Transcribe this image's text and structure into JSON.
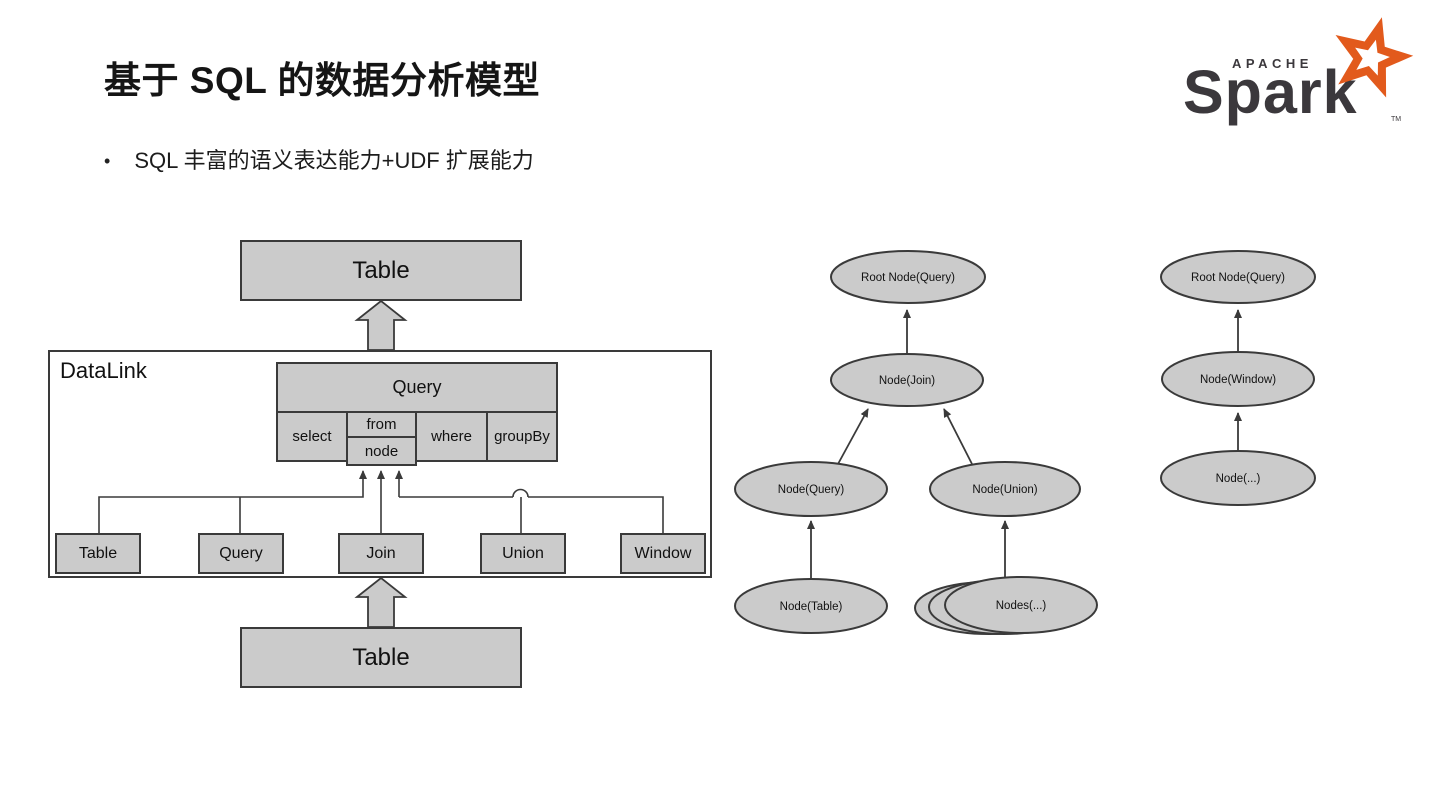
{
  "slide": {
    "title": "基于 SQL 的数据分析模型",
    "bullet_marker": "•",
    "bullet": "SQL 丰富的语义表达能力+UDF 扩展能力"
  },
  "logo": {
    "apache": "APACHE",
    "spark": "Spark",
    "tm": "TM"
  },
  "left_diagram": {
    "top_table": "Table",
    "container": "DataLink",
    "query_title": "Query",
    "cell_select": "select",
    "cell_from": "from",
    "cell_node": "node",
    "cell_where": "where",
    "cell_groupby": "groupBy",
    "types": [
      "Table",
      "Query",
      "Join",
      "Union",
      "Window"
    ],
    "bottom_table": "Table"
  },
  "middle_tree": {
    "root": "Root Node(Query)",
    "join": "Node(Join)",
    "query": "Node(Query)",
    "union": "Node(Union)",
    "table": "Node(Table)",
    "nodes": "Nodes(...)"
  },
  "right_tree": {
    "root": "Root Node(Query)",
    "window": "Node(Window)",
    "node": "Node(...)"
  },
  "colors": {
    "shape_fill": "#cbcbcb",
    "shape_stroke": "#3a3a3a",
    "spark_orange": "#e25a1c",
    "spark_dark": "#3b383c"
  }
}
